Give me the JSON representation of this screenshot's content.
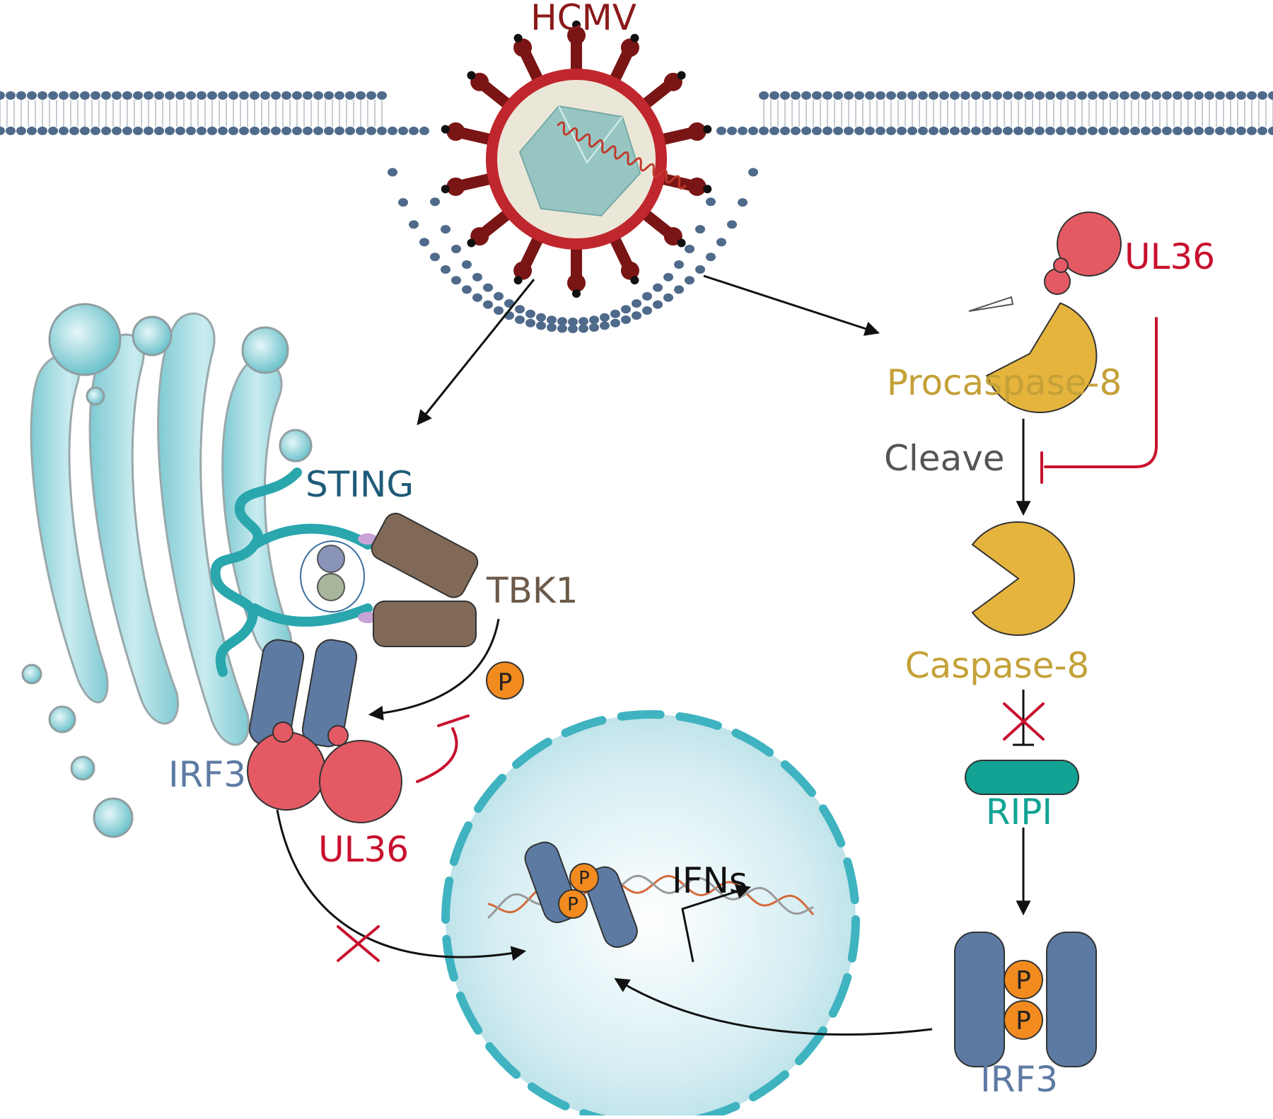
{
  "labels": {
    "virus": "HCMV",
    "sting": "STING",
    "tbk1": "TBK1",
    "irf3_left": "IRF3",
    "ul36_left": "UL36",
    "ul36_right": "UL36",
    "procaspase": "Procaspase-8",
    "cleave": "Cleave",
    "caspase": "Caspase-8",
    "ripi": "RIPI",
    "irf3_right": "IRF3",
    "ifns": "IFNs",
    "phospho": "P"
  },
  "colors": {
    "membrane_head": "#4f6a8a",
    "virus_red": "#8b1a1a",
    "virus_envelope": "#c0262d",
    "golgi": "#7fcad2",
    "sting": "#2aa6ad",
    "tbk1": "#806a57",
    "irf3": "#5d7aa3",
    "ul36": "#e45a64",
    "phosphate": "#f28b1f",
    "caspase": "#e5b43d",
    "ripi": "#12a394",
    "inhibit": "#c8102e",
    "nucleus": "#cfe9ef",
    "text_dark": "#444444"
  }
}
